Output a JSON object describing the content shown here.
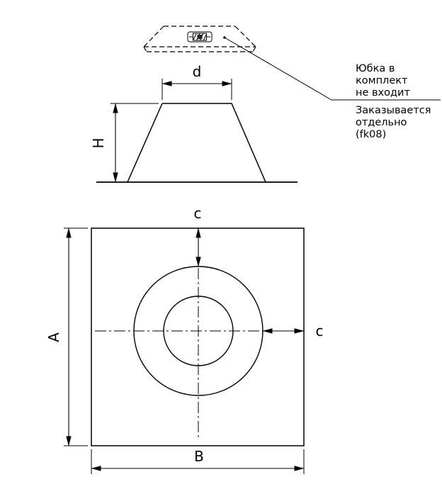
{
  "colors": {
    "line": "#000000",
    "background": "#ffffff"
  },
  "notes": {
    "skirt": {
      "line1": "Юбка в",
      "line2": "комплект",
      "line3": "не входит"
    },
    "order": {
      "line1": "Заказывается",
      "line2": "отдельно",
      "line3": "(fk08)"
    }
  },
  "dimensions": {
    "top_diameter": "d",
    "cone_height": "H",
    "plate_height": "A",
    "plate_width": "B",
    "offset_top": "c",
    "offset_right": "c"
  }
}
